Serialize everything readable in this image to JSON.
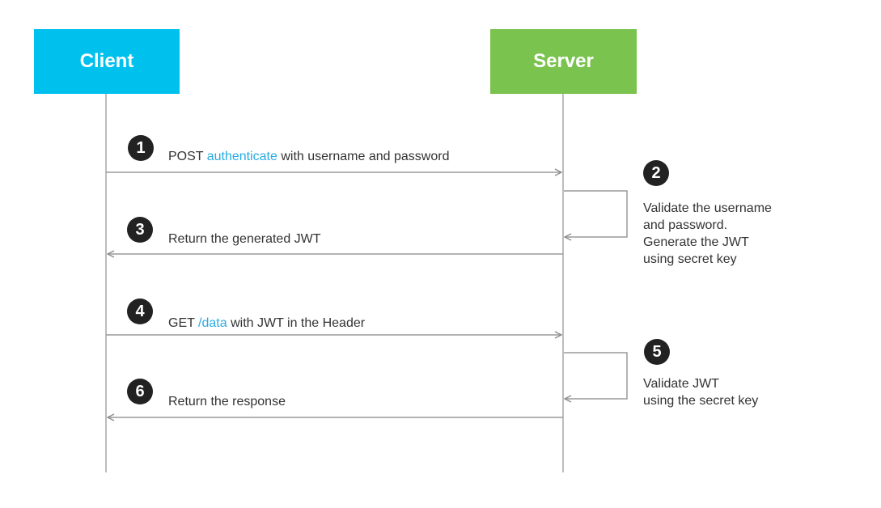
{
  "actors": {
    "client": "Client",
    "server": "Server"
  },
  "colors": {
    "client": "#00c0ee",
    "server": "#7ac34f",
    "highlight": "#29abe2",
    "badge": "#222222",
    "line": "#9a9a9a"
  },
  "steps": [
    {
      "number": "1",
      "prefix": "POST ",
      "highlight": "authenticate",
      "suffix": " with username and password"
    },
    {
      "number": "2",
      "lines": [
        "Validate the username",
        "and password.",
        "Generate the JWT",
        "using secret key"
      ]
    },
    {
      "number": "3",
      "text": "Return the generated JWT"
    },
    {
      "number": "4",
      "prefix": "GET ",
      "highlight": "/data",
      "suffix": " with JWT in the Header"
    },
    {
      "number": "5",
      "lines": [
        "Validate JWT",
        "using the secret key"
      ]
    },
    {
      "number": "6",
      "text": "Return the response"
    }
  ]
}
